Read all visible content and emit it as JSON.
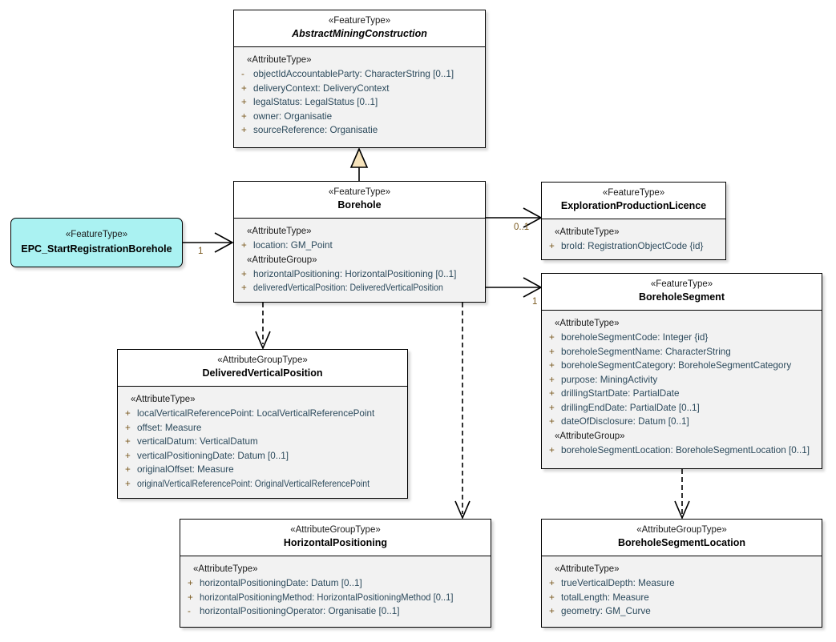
{
  "diagram": {
    "title": "Borehole UML class diagram",
    "colors": {
      "class_header_bg": "#ffffff",
      "class_body_bg": "#f2f2f2",
      "highlight_box_bg": "#aaf2f2",
      "attribute_text": "#2c4a5c",
      "visibility_marker": "#7a5a20",
      "generalization_fill": "#f6e3bb",
      "line": "#000000"
    },
    "classes": [
      {
        "id": "abstractminingconstruction",
        "stereotype": "«FeatureType»",
        "name": "AbstractMiningConstruction",
        "abstract": true,
        "sections": [
          {
            "group": "«AttributeType»",
            "attributes": [
              {
                "vis": "-",
                "text": "objectIdAccountableParty: CharacterString [0..1]"
              },
              {
                "vis": "+",
                "text": "deliveryContext: DeliveryContext"
              },
              {
                "vis": "+",
                "text": "legalStatus: LegalStatus [0..1]"
              },
              {
                "vis": "+",
                "text": "owner: Organisatie"
              },
              {
                "vis": "+",
                "text": "sourceReference: Organisatie"
              }
            ]
          }
        ]
      },
      {
        "id": "borehole",
        "stereotype": "«FeatureType»",
        "name": "Borehole",
        "abstract": false,
        "sections": [
          {
            "group": "«AttributeType»",
            "attributes": [
              {
                "vis": "+",
                "text": "location: GM_Point"
              }
            ]
          },
          {
            "group": "«AttributeGroup»",
            "attributes": [
              {
                "vis": "+",
                "text": "horizontalPositioning: HorizontalPositioning [0..1]"
              },
              {
                "vis": "+",
                "text": "deliveredVerticalPosition: DeliveredVerticalPosition",
                "squeeze": 2
              }
            ]
          }
        ]
      },
      {
        "id": "epc",
        "stereotype": "«FeatureType»",
        "name": "EPC_StartRegistrationBorehole",
        "abstract": false,
        "highlight": true,
        "sections": []
      },
      {
        "id": "explorationproductionlicence",
        "stereotype": "«FeatureType»",
        "name": "ExplorationProductionLicence",
        "abstract": false,
        "sections": [
          {
            "group": "«AttributeType»",
            "attributes": [
              {
                "vis": "+",
                "text": "broId: RegistrationObjectCode {id}"
              }
            ]
          }
        ]
      },
      {
        "id": "boreholesegment",
        "stereotype": "«FeatureType»",
        "name": "BoreholeSegment",
        "abstract": false,
        "sections": [
          {
            "group": "«AttributeType»",
            "attributes": [
              {
                "vis": "+",
                "text": "boreholeSegmentCode: Integer {id}"
              },
              {
                "vis": "+",
                "text": "boreholeSegmentName: CharacterString"
              },
              {
                "vis": "+",
                "text": "boreholeSegmentCategory: BoreholeSegmentCategory"
              },
              {
                "vis": "+",
                "text": "purpose: MiningActivity"
              },
              {
                "vis": "+",
                "text": "drillingStartDate: PartialDate"
              },
              {
                "vis": "+",
                "text": "drillingEndDate: PartialDate [0..1]"
              },
              {
                "vis": "+",
                "text": "dateOfDisclosure: Datum [0..1]"
              }
            ]
          },
          {
            "group": "«AttributeGroup»",
            "attributes": [
              {
                "vis": "+",
                "text": "boreholeSegmentLocation: BoreholeSegmentLocation [0..1]"
              }
            ]
          }
        ]
      },
      {
        "id": "deliveredverticalposition",
        "stereotype": "«AttributeGroupType»",
        "name": "DeliveredVerticalPosition",
        "abstract": false,
        "sections": [
          {
            "group": "«AttributeType»",
            "attributes": [
              {
                "vis": "+",
                "text": "localVerticalReferencePoint: LocalVerticalReferencePoint"
              },
              {
                "vis": "+",
                "text": "offset: Measure"
              },
              {
                "vis": "+",
                "text": "verticalDatum: VerticalDatum"
              },
              {
                "vis": "+",
                "text": "verticalPositioningDate: Datum [0..1]"
              },
              {
                "vis": "+",
                "text": "originalOffset: Measure"
              },
              {
                "vis": "+",
                "text": "originalVerticalReferencePoint: OriginalVerticalReferencePoint",
                "squeeze": 2
              }
            ]
          }
        ]
      },
      {
        "id": "horizontalpositioning",
        "stereotype": "«AttributeGroupType»",
        "name": "HorizontalPositioning",
        "abstract": false,
        "sections": [
          {
            "group": "«AttributeType»",
            "attributes": [
              {
                "vis": "+",
                "text": "horizontalPositioningDate: Datum [0..1]"
              },
              {
                "vis": "+",
                "text": "horizontalPositioningMethod: HorizontalPositioningMethod [0..1]",
                "squeeze": 2
              },
              {
                "vis": "-",
                "text": "horizontalPositioningOperator: Organisatie [0..1]"
              }
            ]
          }
        ]
      },
      {
        "id": "boreholesegmentlocation",
        "stereotype": "«AttributeGroupType»",
        "name": "BoreholeSegmentLocation",
        "abstract": false,
        "sections": [
          {
            "group": "«AttributeType»",
            "attributes": [
              {
                "vis": "+",
                "text": "trueVerticalDepth: Measure"
              },
              {
                "vis": "+",
                "text": "totalLength: Measure"
              },
              {
                "vis": "+",
                "text": "geometry: GM_Curve"
              }
            ]
          }
        ]
      }
    ],
    "connectors": [
      {
        "id": "gen-borehole-amc",
        "type": "generalization",
        "from": "borehole",
        "to": "abstractminingconstruction",
        "multiplicity": ""
      },
      {
        "id": "assoc-epc-borehole",
        "type": "association",
        "from": "epc",
        "to": "borehole",
        "multiplicity": "1"
      },
      {
        "id": "assoc-borehole-epl",
        "type": "association",
        "from": "borehole",
        "to": "explorationproductionlicence",
        "multiplicity": "0..1"
      },
      {
        "id": "assoc-borehole-segment",
        "type": "association",
        "from": "borehole",
        "to": "boreholesegment",
        "multiplicity": "1"
      },
      {
        "id": "dep-borehole-dvp",
        "type": "dependency",
        "from": "borehole",
        "to": "deliveredverticalposition",
        "multiplicity": ""
      },
      {
        "id": "dep-borehole-hp",
        "type": "dependency",
        "from": "borehole",
        "to": "horizontalpositioning",
        "multiplicity": ""
      },
      {
        "id": "dep-segment-location",
        "type": "dependency",
        "from": "boreholesegment",
        "to": "boreholesegmentlocation",
        "multiplicity": ""
      }
    ],
    "multiplicity_labels": {
      "epc_borehole": "1",
      "borehole_epl": "0..1",
      "borehole_segment": "1"
    }
  }
}
